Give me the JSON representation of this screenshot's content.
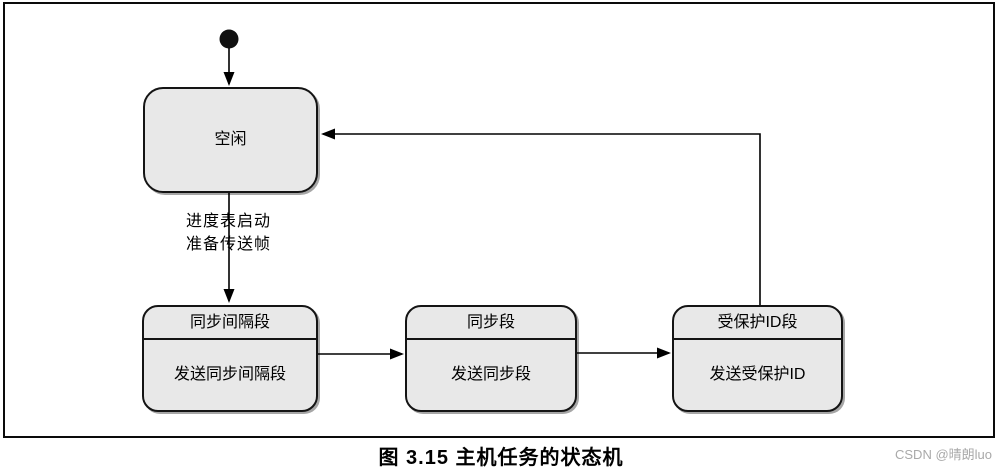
{
  "diagram": {
    "type": "state-machine",
    "states": {
      "idle": {
        "label": "空闲"
      },
      "sync_interval": {
        "title": "同步间隔段",
        "action": "发送同步间隔段"
      },
      "sync": {
        "title": "同步段",
        "action": "发送同步段"
      },
      "protected_id": {
        "title": "受保护ID段",
        "action": "发送受保护ID"
      }
    },
    "transitions": {
      "initial_to_idle": {
        "label": ""
      },
      "idle_to_sync_interval": {
        "line1": "进度表启动",
        "line2": "准备传送帧"
      },
      "sync_interval_to_sync": {
        "label": ""
      },
      "sync_to_protected_id": {
        "label": ""
      },
      "protected_id_to_idle": {
        "label": ""
      }
    },
    "caption": "图 3.15  主机任务的状态机",
    "watermark": "CSDN @晴朗luo",
    "colors": {
      "state_fill": "#e8e8e8",
      "state_border": "#141414",
      "connector": "#000000",
      "frame_border": "#0a0a0a",
      "watermark_text": "#a9a9a9",
      "background": "#ffffff"
    }
  }
}
